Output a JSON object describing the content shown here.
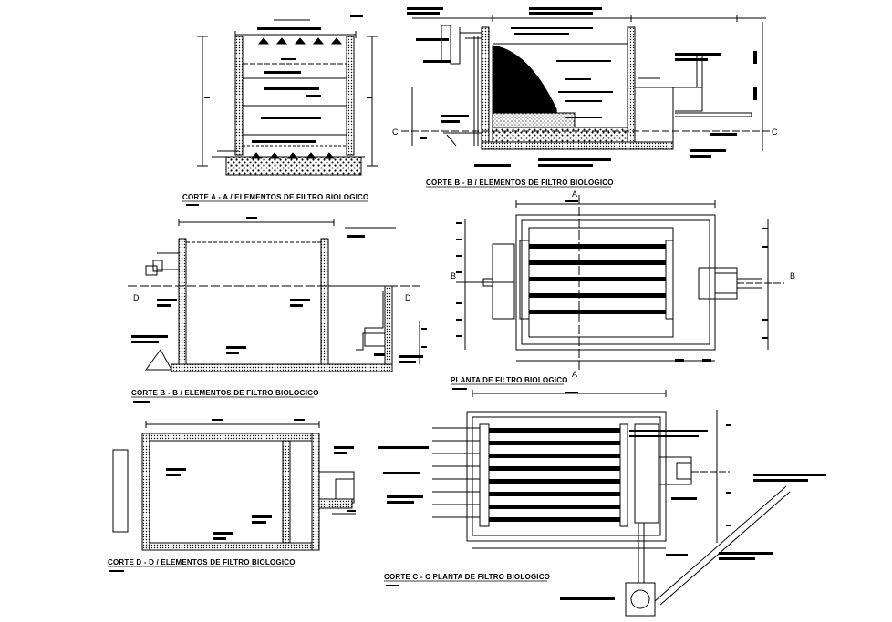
{
  "drawing": {
    "colors": {
      "line": "#000000",
      "background": "#ffffff"
    },
    "captions": {
      "section_aa": "CORTE  A - A / ELEMENTOS DE FILTRO BIOLOGICO",
      "section_bb_top": "CORTE  B - B  / ELEMENTOS DE FILTRO  BIOLOGICO",
      "section_bb_left": "CORTE  B - B  / ELEMENTOS DE FILTRO BIOLOGICO",
      "plan": "PLANTA DE FILTRO BIOLOGICO",
      "section_dd": "CORTE  D - D  / ELEMENTOS DE FILTRO BIOLOGICO",
      "section_cc": "CORTE  C - C  PLANTA DE FILTRO BIOLOGICO"
    },
    "section_marks": {
      "a": "A",
      "b": "B",
      "c": "C",
      "d": "D"
    }
  }
}
